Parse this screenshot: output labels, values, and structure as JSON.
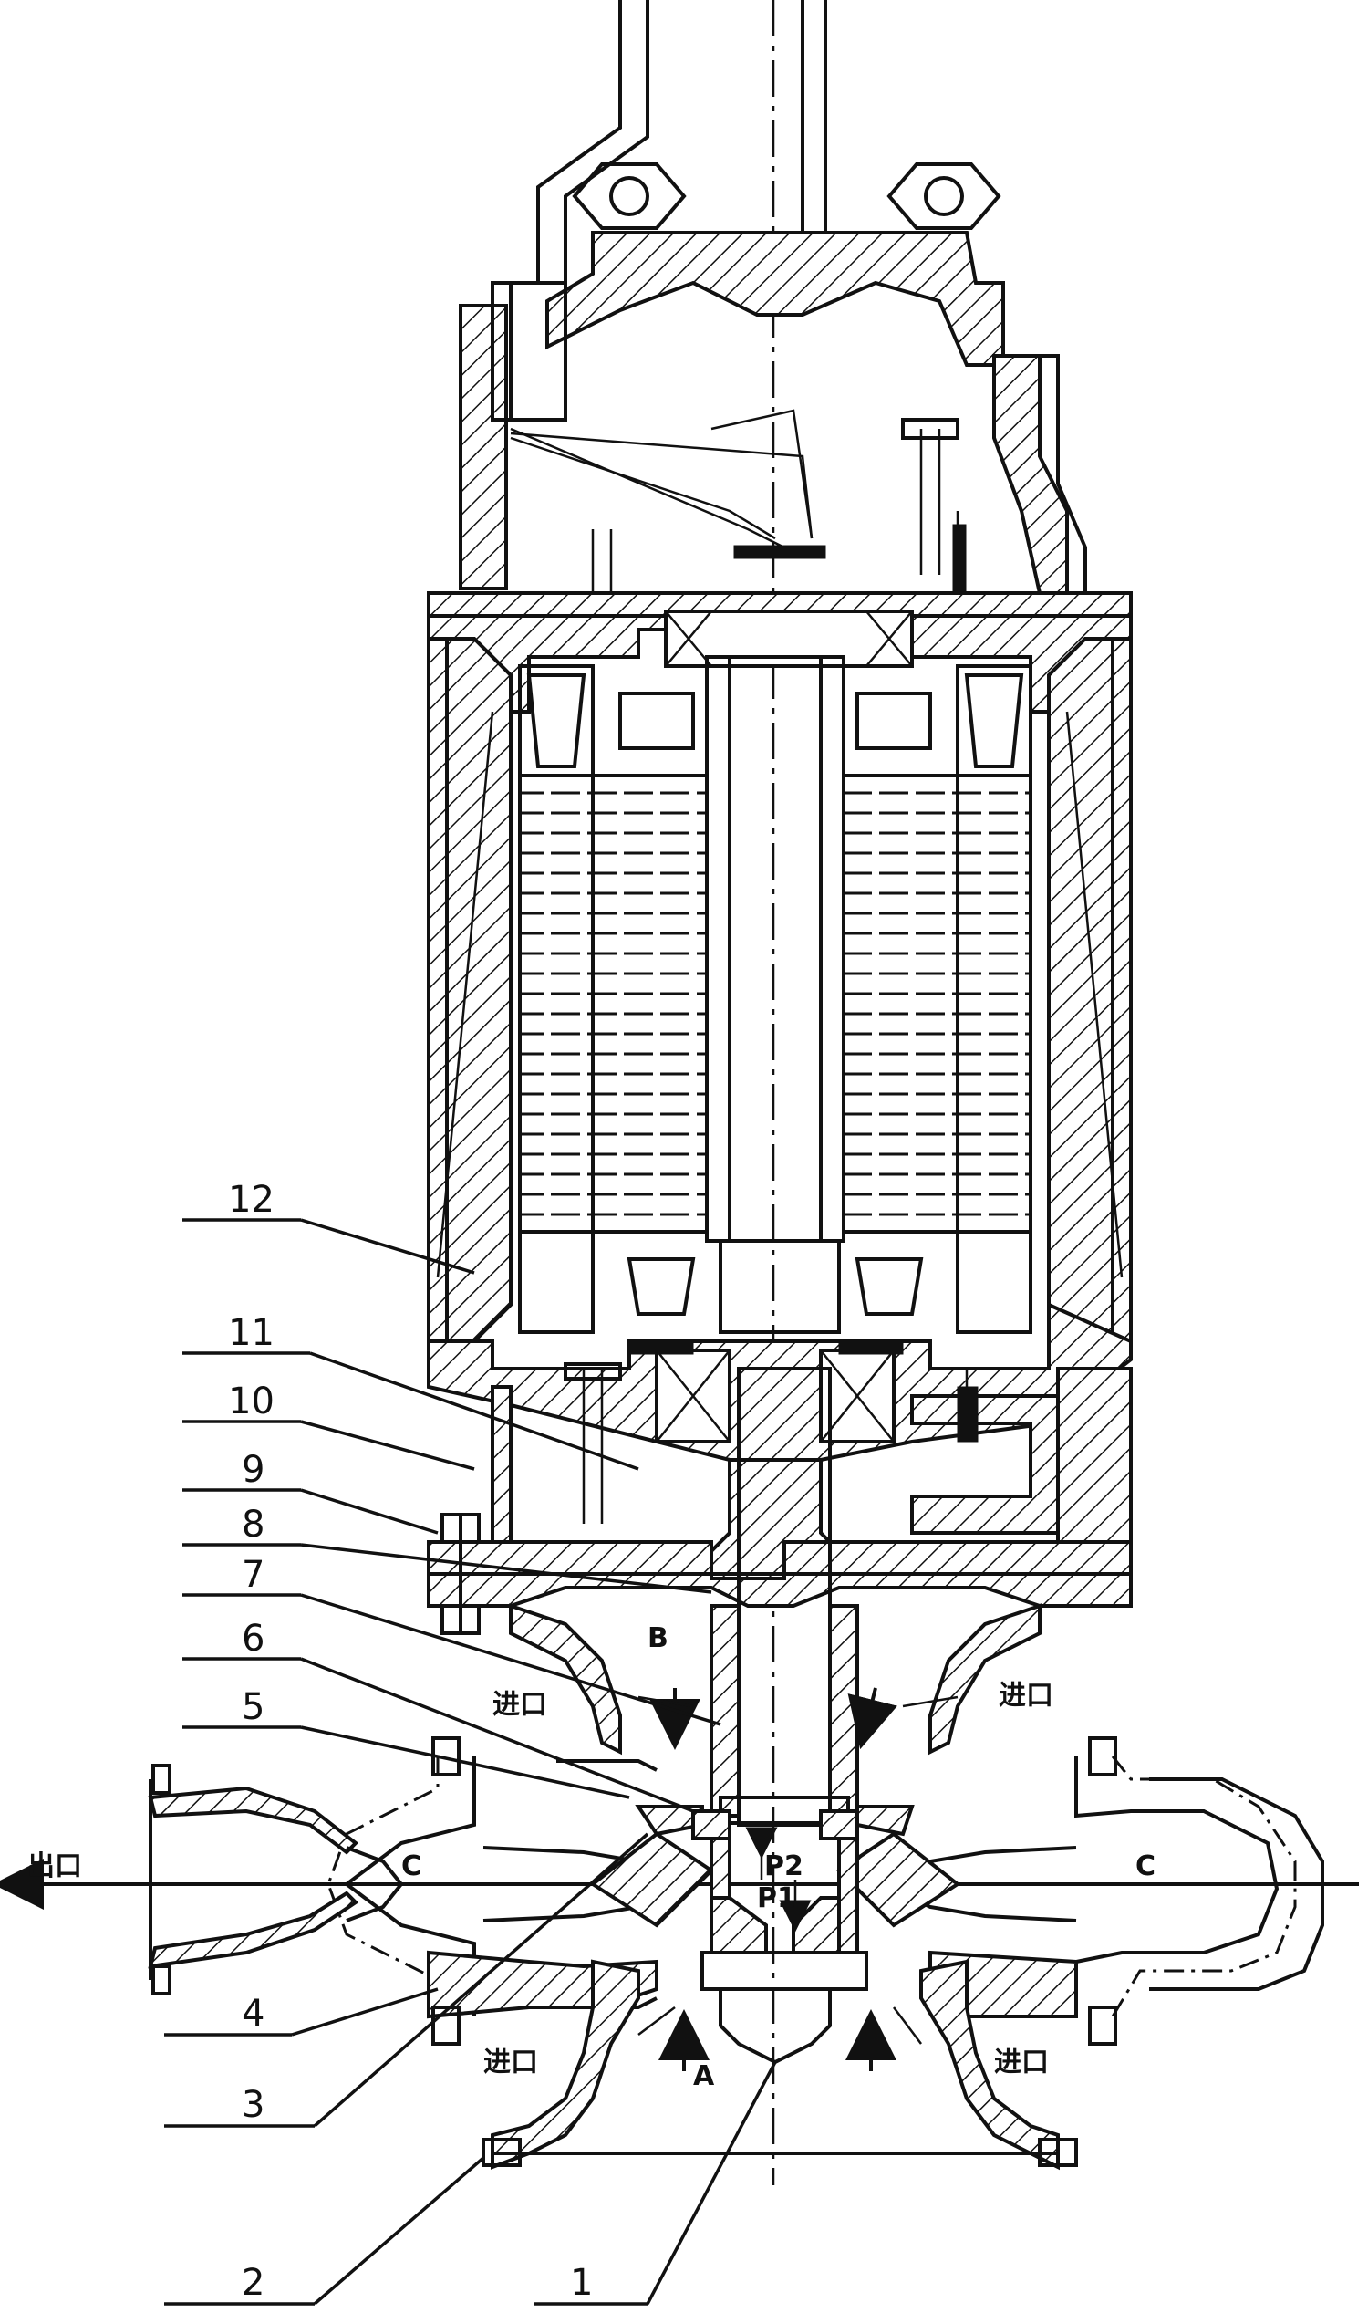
{
  "part_numbers": [
    "1",
    "2",
    "3",
    "4",
    "5",
    "6",
    "7",
    "8",
    "9",
    "10",
    "11",
    "12"
  ],
  "flow_labels": {
    "outlet_left": "出口",
    "inlet_upper_left": "进口",
    "inlet_upper_right": "进口",
    "inlet_lower_left": "进口",
    "inlet_lower_right": "进口"
  },
  "zone_labels": {
    "a": "A",
    "b": "B",
    "c_left": "C",
    "c_right": "C"
  },
  "force_labels": {
    "p2": "P2",
    "p1": "P1"
  }
}
